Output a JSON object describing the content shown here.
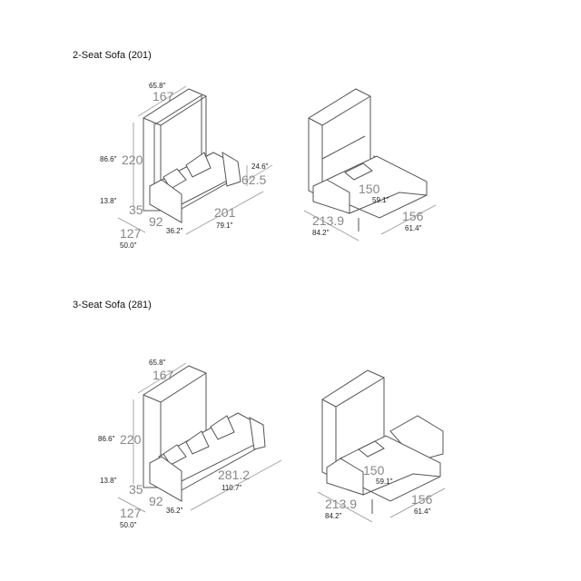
{
  "sections": [
    {
      "title": "2-Seat Sofa (201)",
      "closed": {
        "width_cm": "167",
        "width_in": "65.8\"",
        "height_cm": "220",
        "height_in": "86.6\"",
        "arm_cm": "62.5",
        "arm_in": "24.6\"",
        "depth_cab_cm": "35",
        "depth_cab_in": "13.8\"",
        "depth_sofa_cm": "92",
        "depth_sofa_in": "36.2\"",
        "depth_total_cm": "127",
        "depth_total_in": "50.0\"",
        "length_cm": "201",
        "length_in": "79.1\""
      },
      "open": {
        "bed_width_cm": "150",
        "bed_width_in": "59.1\"",
        "open_depth_cm": "213.9",
        "open_depth_in": "84.2\"",
        "bed_len_cm": "156",
        "bed_len_in": "61.4\""
      }
    },
    {
      "title": "3-Seat Sofa (281)",
      "closed": {
        "width_cm": "167",
        "width_in": "65.8\"",
        "height_cm": "220",
        "height_in": "86.6\"",
        "depth_cab_cm": "35",
        "depth_cab_in": "13.8\"",
        "depth_sofa_cm": "92",
        "depth_sofa_in": "36.2\"",
        "depth_total_cm": "127",
        "depth_total_in": "50.0\"",
        "length_cm": "281.2",
        "length_in": "110.7\""
      },
      "open": {
        "bed_width_cm": "150",
        "bed_width_in": "59.1\"",
        "open_depth_cm": "213.9",
        "open_depth_in": "84.2\"",
        "bed_len_cm": "156",
        "bed_len_in": "61.4\""
      }
    }
  ]
}
